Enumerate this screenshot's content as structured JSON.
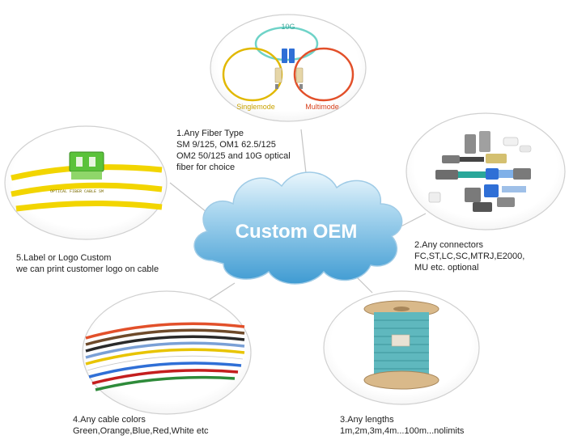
{
  "center": {
    "title": "Custom OEM"
  },
  "fiber_type": {
    "labels": {
      "speed": "10G",
      "single": "Singlemode",
      "multi": "Multimode"
    },
    "text": [
      "1.Any Fiber Type",
      "SM 9/125, OM1 62.5/125",
      "OM2 50/125 and 10G optical",
      "fiber for choice"
    ]
  },
  "connectors": {
    "text": [
      "2.Any connectors",
      "FC,ST,LC,SC,MTRJ,E2000,",
      "MU etc. optional"
    ]
  },
  "lengths": {
    "text": [
      "3.Any lengths",
      "1m,2m,3m,4m...100m...nolimits"
    ]
  },
  "colors": {
    "text": [
      "4.Any cable colors",
      "Green,Orange,Blue,Red,White etc"
    ]
  },
  "label": {
    "text": [
      "5.Label or Logo Custom",
      "we can print customer logo on cable"
    ],
    "cable_print": "OPTICAL FIBER CABLE SM"
  },
  "palette": {
    "cloud_top": "#d9eef9",
    "cloud_bottom": "#4ea8d9",
    "title": "#ffffff",
    "singlemode": "#e1b800",
    "multimode": "#e2502a",
    "om3": "#6fd3c8",
    "label10g": "#3aa79a"
  }
}
